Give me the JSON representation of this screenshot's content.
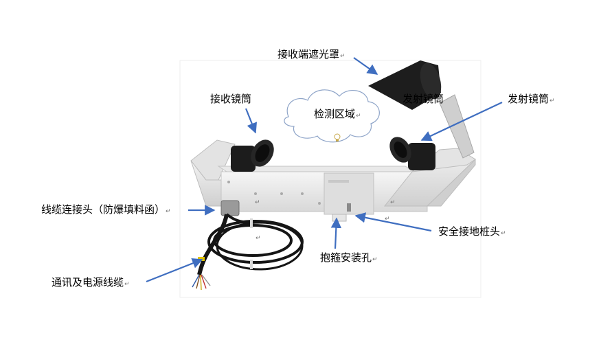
{
  "labels": {
    "receiver_hood": "接收端遮光罩",
    "receiver_tube": "接收镜筒",
    "emitter_tube_inner": "发射镜筒",
    "emitter_tube_outer": "发射镜筒",
    "detection_zone": "检测区域",
    "cable_connector": "线缆连接头（防爆填料函）",
    "grounding_post": "安全接地桩头",
    "clamp_hole": "抱箍安装孔",
    "comm_power_cable": "通讯及电源线缆"
  },
  "colors": {
    "arrow": "#3f6ec0",
    "housing": "#ececec",
    "lens_tube": "#1c1c1c",
    "cable": "#151515"
  }
}
